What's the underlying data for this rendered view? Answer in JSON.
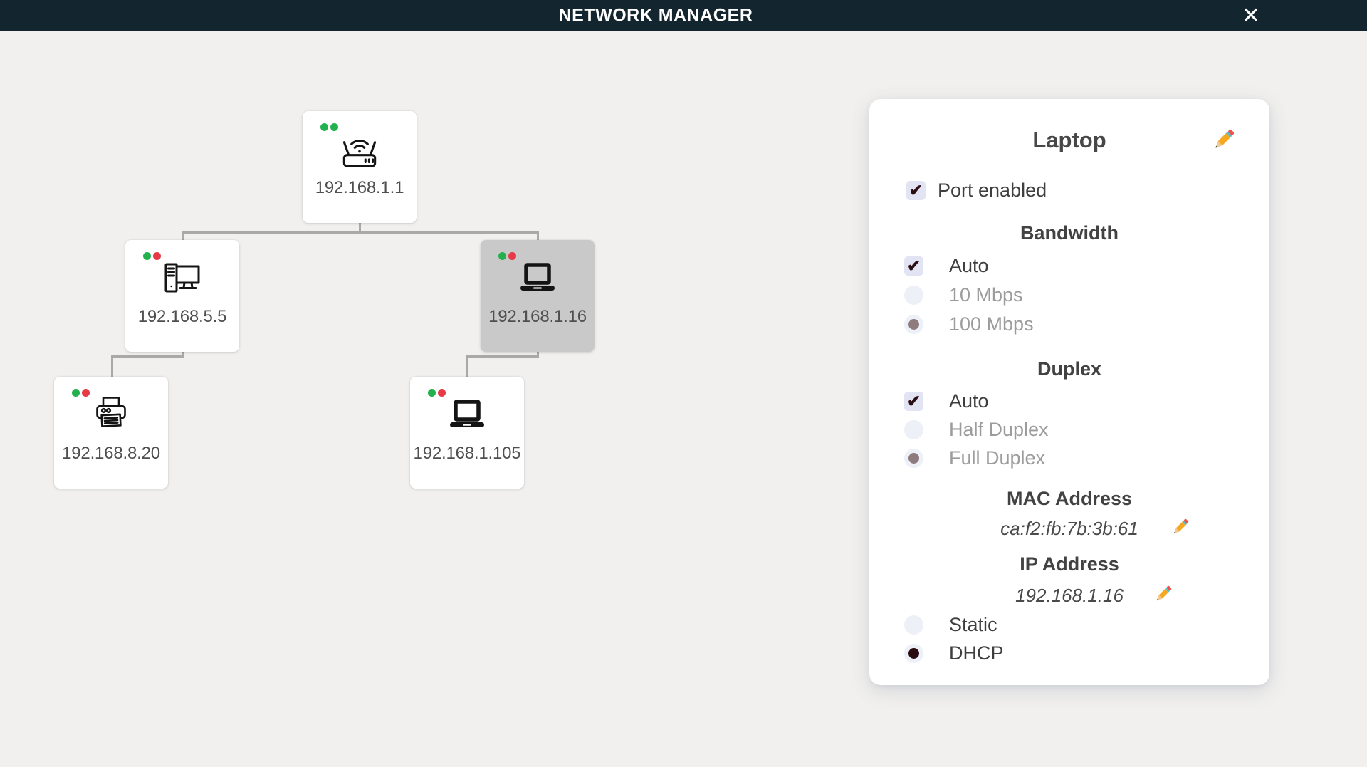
{
  "header": {
    "title": "NETWORK MANAGER",
    "close_icon": "✕"
  },
  "icons": {
    "check": "✔"
  },
  "colors": {
    "header_bg": "#13262f",
    "canvas_bg": "#f1f0ee",
    "status_green": "#23b14d",
    "status_red": "#e63a46",
    "connector": "#a9a9a9",
    "selected_node_bg": "#c9c9c9",
    "checkbox_bg": "#e2e4f3",
    "check_mark": "#2b0d12",
    "radio_bg": "#eef0f8",
    "radio_dot_disabled": "#8d7b7e",
    "radio_dot_active": "#290b10",
    "pencil_body": "#f6a821"
  },
  "topology": {
    "nodes": [
      {
        "label": "192.168.1.1",
        "type": "router",
        "icon": "router-icon",
        "status": [
          "green",
          "green"
        ],
        "selected": false
      },
      {
        "label": "192.168.5.5",
        "type": "desktop",
        "icon": "desktop-icon",
        "status": [
          "green",
          "red"
        ],
        "selected": false
      },
      {
        "label": "192.168.1.16",
        "type": "laptop",
        "icon": "laptop-icon",
        "status": [
          "green",
          "red"
        ],
        "selected": true
      },
      {
        "label": "192.168.8.20",
        "type": "printer",
        "icon": "printer-icon",
        "status": [
          "green",
          "red"
        ],
        "selected": false
      },
      {
        "label": "192.168.1.105",
        "type": "laptop",
        "icon": "laptop-icon",
        "status": [
          "green",
          "red"
        ],
        "selected": false
      }
    ]
  },
  "panel": {
    "title": "Laptop",
    "port_enabled": {
      "label": "Port enabled",
      "checked": true
    },
    "bandwidth": {
      "heading": "Bandwidth",
      "auto": {
        "label": "Auto",
        "checked": true
      },
      "options": [
        {
          "label": "10 Mbps",
          "selected": false
        },
        {
          "label": "100 Mbps",
          "selected": true
        }
      ]
    },
    "duplex": {
      "heading": "Duplex",
      "auto": {
        "label": "Auto",
        "checked": true
      },
      "options": [
        {
          "label": "Half Duplex",
          "selected": false
        },
        {
          "label": "Full Duplex",
          "selected": true
        }
      ]
    },
    "mac": {
      "heading": "MAC Address",
      "value": "ca:f2:fb:7b:3b:61"
    },
    "ip": {
      "heading": "IP Address",
      "value": "192.168.1.16"
    },
    "ip_mode": {
      "options": [
        {
          "label": "Static",
          "selected": false
        },
        {
          "label": "DHCP",
          "selected": true
        }
      ]
    }
  }
}
